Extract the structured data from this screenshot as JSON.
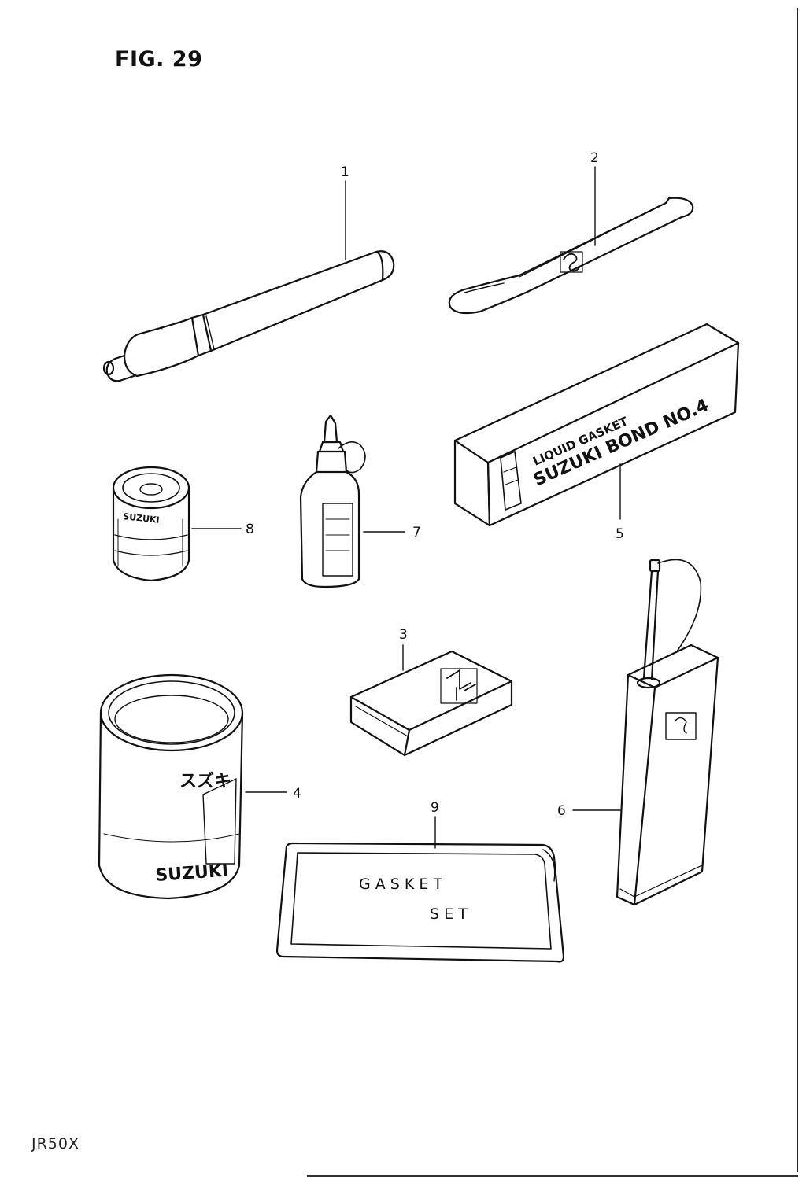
{
  "figure": {
    "title": "FIG. 29",
    "model_code": "JR50X"
  },
  "callouts": [
    {
      "number": "1",
      "part": "tire-pump"
    },
    {
      "number": "2",
      "part": "tire-lever"
    },
    {
      "number": "3",
      "part": "repair-kit-box"
    },
    {
      "number": "4",
      "part": "grease-can-large"
    },
    {
      "number": "5",
      "part": "suzuki-bond-box"
    },
    {
      "number": "6",
      "part": "oil-can"
    },
    {
      "number": "7",
      "part": "oil-bottle"
    },
    {
      "number": "8",
      "part": "grease-can-small"
    },
    {
      "number": "9",
      "part": "gasket-set"
    }
  ],
  "labels": {
    "bond_top": "LIQUID GASKET",
    "bond_main": "SUZUKI BOND NO.4",
    "grease_jp": "スズキ",
    "grease_brand": "SUZUKI",
    "grease_small_brand": "SUZUKI",
    "gasket_line1": "G A S K E T",
    "gasket_line2": "S E T"
  }
}
